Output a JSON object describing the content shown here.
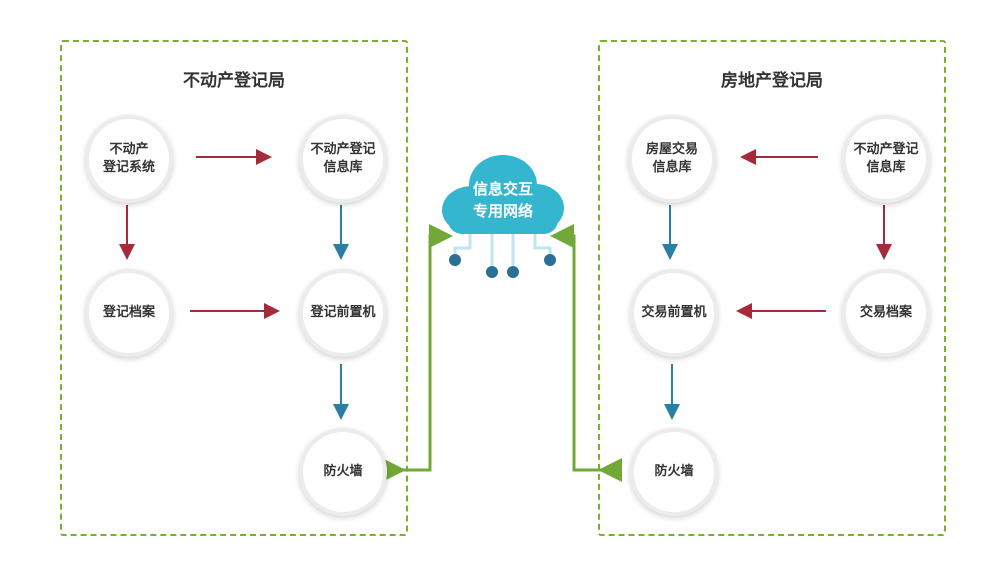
{
  "left_panel": {
    "title": "不动产登记局"
  },
  "right_panel": {
    "title": "房地产登记局"
  },
  "cloud": {
    "label": "信息交互\n专用网络"
  },
  "left_nodes": {
    "system": "不动产\n登记系统",
    "info_db": "不动产登记\n信息库",
    "archive": "登记档案",
    "frontend": "登记前置机",
    "firewall": "防火墙"
  },
  "right_nodes": {
    "house_db": "房屋交易\n信息库",
    "info_db": "不动产登记\n信息库",
    "frontend": "交易前置机",
    "archive": "交易档案",
    "firewall": "防火墙"
  },
  "colors": {
    "red_arrow": "#a52a3a",
    "blue_arrow": "#2a7fa5",
    "green_link": "#72a838",
    "cloud": "#34b6cf"
  }
}
